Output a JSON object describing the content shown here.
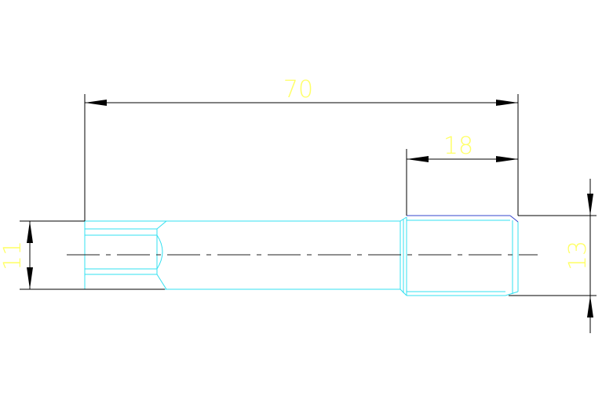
{
  "drawing": {
    "dimensions": {
      "total_length": "70",
      "thread_length": "18",
      "shaft_diameter": "11",
      "thread_diameter": "13"
    },
    "colors": {
      "dimension_line": "#000000",
      "dimension_text": "#ffff66",
      "part_outline": "#33e0f0",
      "thread_edge": "#3344cc",
      "centerline": "#222222"
    }
  }
}
